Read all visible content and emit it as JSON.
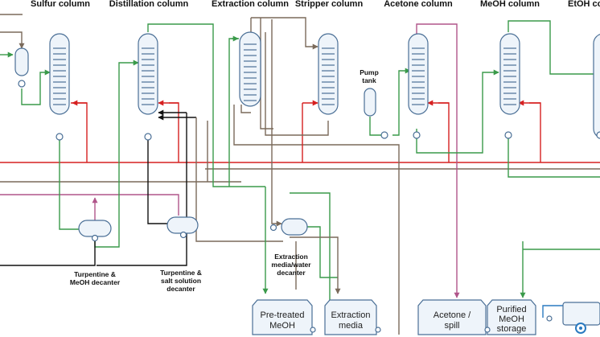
{
  "columns": {
    "sulfur": "Sulfur column",
    "distillation": "Distillation column",
    "extraction": "Extraction column",
    "stripper": "Stripper column",
    "acetone": "Acetone column",
    "meoh": "MeOH column",
    "etoh": "EtOH co"
  },
  "pump_tank": {
    "line1": "Pump",
    "line2": "tank"
  },
  "decanters": {
    "turpentine_meoh": {
      "line1": "Turpentine &",
      "line2": "MeOH decanter"
    },
    "turpentine_salt": {
      "line1": "Turpentine &",
      "line2": "salt solution",
      "line3": "decanter"
    },
    "extraction_media": {
      "line1": "Extraction",
      "line2": "media/water",
      "line3": "decanter"
    }
  },
  "tanks": {
    "pretreated": {
      "line1": "Pre-treated",
      "line2": "MeOH"
    },
    "extraction_media": {
      "line1": "Extraction",
      "line2": "media"
    },
    "acetone": {
      "line1": "Acetone /",
      "line2": "spill"
    },
    "purified": {
      "line1": "Purified",
      "line2": "MeOH",
      "line3": "storage"
    }
  },
  "colors": {
    "green": "#3a9a4a",
    "red": "#d62020",
    "brown": "#7a6a5a",
    "magenta": "#b0558a",
    "black": "#111111",
    "equipment_fill": "#eef4fa",
    "equipment_stroke": "#4a6f96"
  }
}
